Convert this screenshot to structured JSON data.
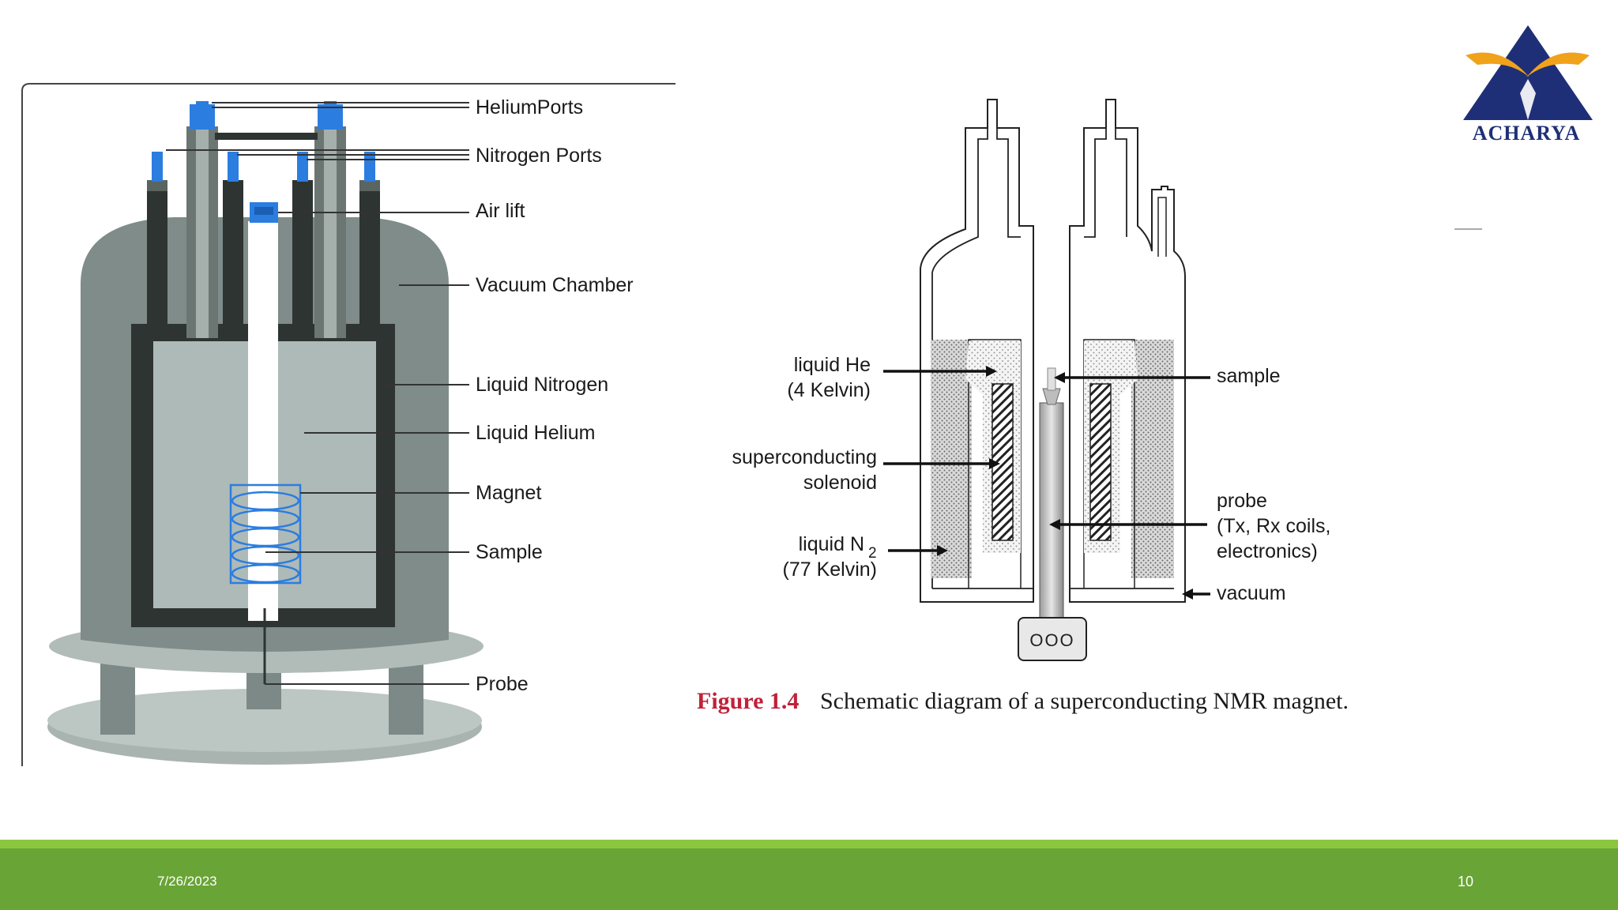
{
  "left_diagram": {
    "labels": {
      "helium_ports": "HeliumPorts",
      "nitrogen_ports": "Nitrogen Ports",
      "air_lift": "Air lift",
      "vacuum_chamber": "Vacuum Chamber",
      "liquid_nitrogen": "Liquid Nitrogen",
      "liquid_helium": "Liquid Helium",
      "magnet": "Magnet",
      "sample": "Sample",
      "probe": "Probe"
    }
  },
  "right_diagram": {
    "labels": {
      "liquid_he_1": "liquid He",
      "liquid_he_2": "(4 Kelvin)",
      "solenoid_1": "superconducting",
      "solenoid_2": "solenoid",
      "liquid_n2_1": "liquid N",
      "liquid_n2_sub": "2",
      "liquid_n2_2": "(77 Kelvin)",
      "sample": "sample",
      "probe_1": "probe",
      "probe_2": "(Tx, Rx coils,",
      "probe_3": "electronics)",
      "vacuum": "vacuum",
      "connector": "OOO"
    },
    "caption": {
      "number": "Figure 1.4",
      "text": "Schematic diagram of a superconducting NMR magnet."
    }
  },
  "logo": {
    "text": "ACHARYA"
  },
  "footer": {
    "date": "7/26/2023",
    "page": "10",
    "color": "#69a436"
  }
}
